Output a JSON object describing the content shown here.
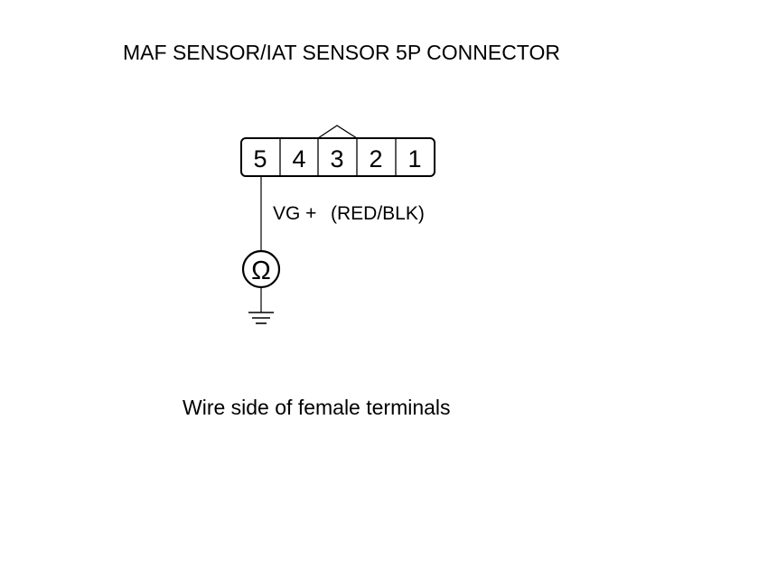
{
  "title": "MAF SENSOR/IAT SENSOR 5P CONNECTOR",
  "connector": {
    "pins": [
      "5",
      "4",
      "3",
      "2",
      "1"
    ]
  },
  "wire": {
    "label": "VG +",
    "color": "(RED/BLK)"
  },
  "meter": {
    "symbol": "Ω"
  },
  "caption": "Wire side of female terminals"
}
